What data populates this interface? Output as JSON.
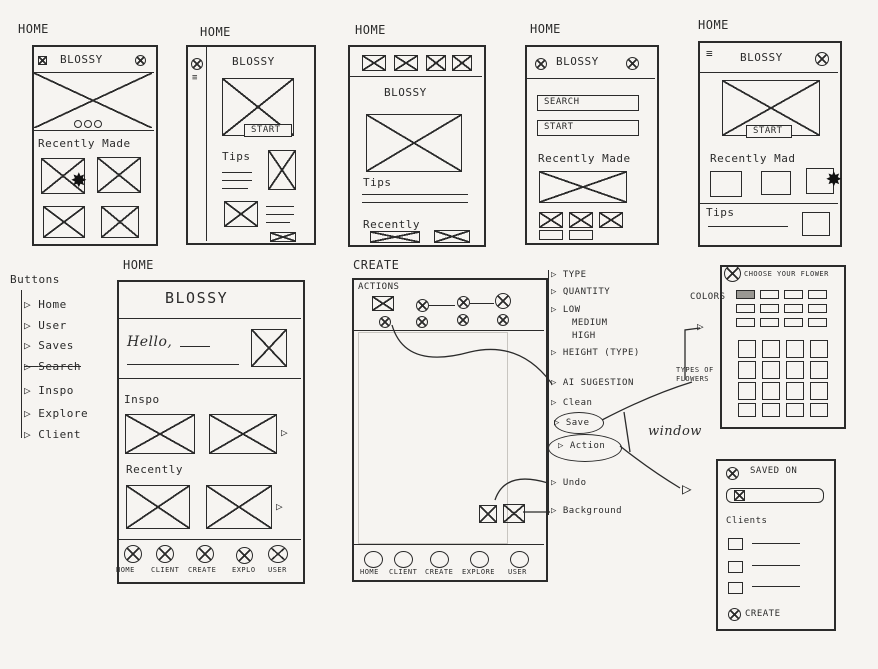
{
  "frame1": {
    "heading": "HOME",
    "brand": "BLOSSY",
    "section": "Recently Made"
  },
  "frame2": {
    "heading": "HOME",
    "brand": "BLOSSY",
    "start": "START",
    "section": "Tips"
  },
  "frame3": {
    "heading": "HOME",
    "brand": "BLOSSY",
    "section1": "Tips",
    "section2": "Recently"
  },
  "frame4": {
    "heading": "HOME",
    "brand": "BLOSSY",
    "search": "SEARCH",
    "start": "START",
    "section": "Recently Made"
  },
  "frame5": {
    "heading": "HOME",
    "brand": "BLOSSY",
    "start": "START",
    "section1": "Recently Mad",
    "section2": "Tips"
  },
  "buttons": {
    "title": "Buttons",
    "items": [
      "Home",
      "User",
      "Saves",
      "Search",
      "Inspo",
      "Explore",
      "Client"
    ]
  },
  "home_main": {
    "heading": "HOME",
    "brand": "BLOSSY",
    "greeting": "Hello,",
    "section1": "Inspo",
    "section2": "Recently",
    "nav": [
      "HOME",
      "CLIENT",
      "CREATE",
      "EXPLO",
      "USER"
    ]
  },
  "create": {
    "heading": "CREATE",
    "actions_label": "ACTIONS",
    "nav": [
      "HOME",
      "CLIENT",
      "CREATE",
      "EXPLORE",
      "USER"
    ],
    "notes": [
      "TYPE",
      "QUANTITY",
      "LOW",
      "MEDIUM",
      "HIGH",
      "HEIGHT (TYPE)",
      "AI SUGESTION",
      "Clean",
      "Save",
      "Action",
      "Undo",
      "Background"
    ],
    "window_label": "window"
  },
  "flower_window": {
    "title": "CHOOSE YOUR FLOWER",
    "colors_label": "COLORS",
    "types_label": "TYPES OF FLOWERS"
  },
  "save_window": {
    "title": "SAVED ON",
    "section": "Clients",
    "create": "CREATE"
  }
}
